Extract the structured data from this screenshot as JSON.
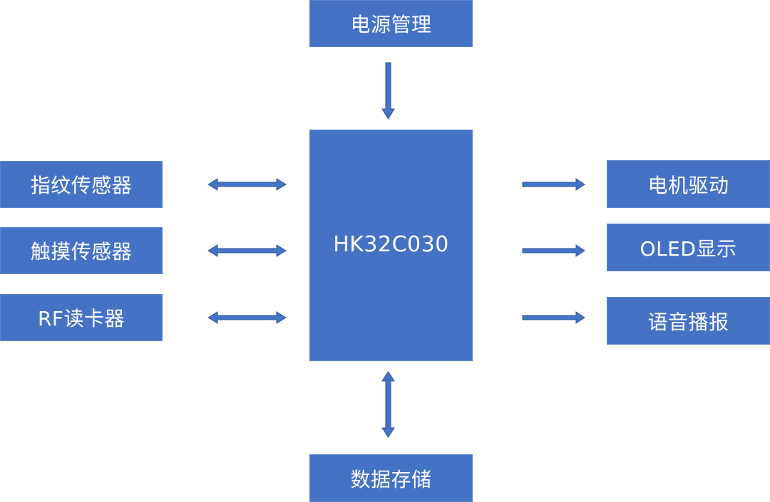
{
  "diagram": {
    "title": "",
    "colors": {
      "box_fill": "#4472c4",
      "box_text": "#ffffff",
      "arrow_fill": "#4472c4",
      "arrow_stroke": "#2f5597",
      "background": "#ffffff"
    },
    "center": {
      "label": "HK32C030"
    },
    "top": {
      "label": "电源管理"
    },
    "bottom": {
      "label": "数据存储"
    },
    "left": [
      {
        "label": "指纹传感器",
        "arrow": "bidirectional"
      },
      {
        "label": "触摸传感器",
        "arrow": "bidirectional"
      },
      {
        "label": "RF读卡器",
        "arrow": "bidirectional"
      }
    ],
    "right": [
      {
        "label": "电机驱动",
        "arrow": "to-right"
      },
      {
        "label": "OLED显示",
        "arrow": "to-right"
      },
      {
        "label": "语音播报",
        "arrow": "to-right"
      }
    ],
    "connections": [
      {
        "from": "电源管理",
        "to": "HK32C030",
        "type": "one-way"
      },
      {
        "from": "HK32C030",
        "to": "数据存储",
        "type": "two-way"
      },
      {
        "from": "指纹传感器",
        "to": "HK32C030",
        "type": "two-way"
      },
      {
        "from": "触摸传感器",
        "to": "HK32C030",
        "type": "two-way"
      },
      {
        "from": "RF读卡器",
        "to": "HK32C030",
        "type": "two-way"
      },
      {
        "from": "HK32C030",
        "to": "电机驱动",
        "type": "one-way"
      },
      {
        "from": "HK32C030",
        "to": "OLED显示",
        "type": "one-way"
      },
      {
        "from": "HK32C030",
        "to": "语音播报",
        "type": "one-way"
      }
    ]
  }
}
